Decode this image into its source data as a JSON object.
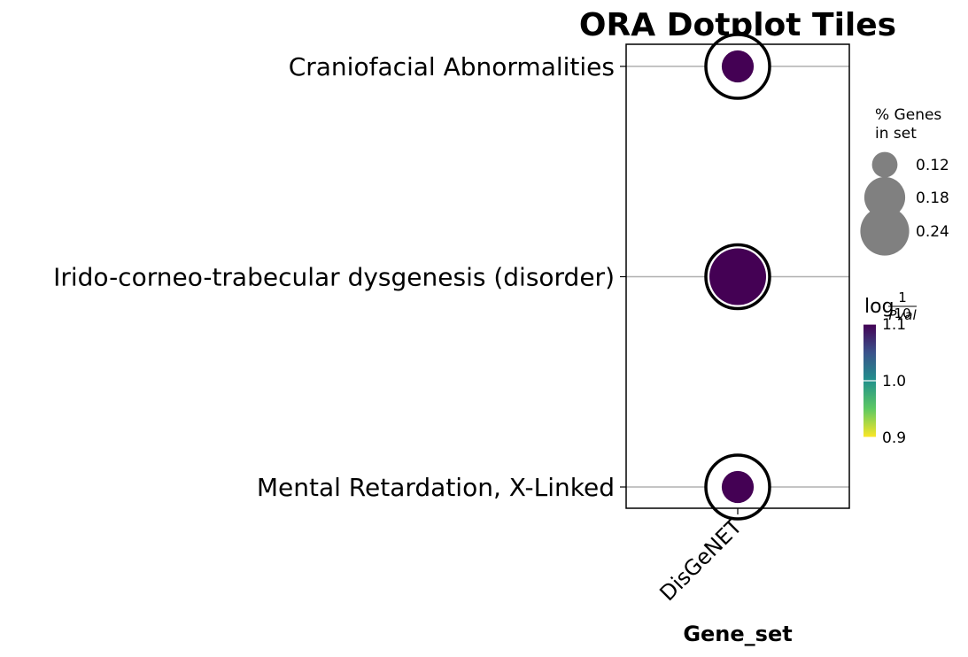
{
  "chart_data": {
    "type": "scatter",
    "title": "ORA Dotplot Tiles",
    "xlabel": "Gene_set",
    "ylabel": "",
    "x_categories": [
      "DisGeNET"
    ],
    "y_categories": [
      "Craniofacial Abnormalities",
      "Irido-corneo-trabecular dysgenesis (disorder)",
      "Mental Retardation, X-Linked"
    ],
    "points": [
      {
        "x": "DisGeNET",
        "y": "Craniofacial Abnormalities",
        "size": 0.08,
        "color_value": 1.1
      },
      {
        "x": "DisGeNET",
        "y": "Irido-corneo-trabecular dysgenesis (disorder)",
        "size": 0.25,
        "color_value": 1.1
      },
      {
        "x": "DisGeNET",
        "y": "Mental Retardation, X-Linked",
        "size": 0.08,
        "color_value": 1.1
      }
    ],
    "size_legend": {
      "title_lines": [
        "% Genes",
        "in set"
      ],
      "values": [
        0.12,
        0.18,
        0.24
      ],
      "labels": [
        "0.12",
        "0.18",
        "0.24"
      ]
    },
    "color_legend": {
      "title": "log",
      "title_sub": "10",
      "title_frac_num": "1",
      "title_frac_den": "Pval",
      "range": [
        0.9,
        1.1
      ],
      "ticks": [
        0.9,
        1.0,
        1.1
      ],
      "tick_labels": [
        "0.9",
        "1.0",
        "1.1"
      ],
      "colormap": "viridis"
    },
    "grid": true,
    "legend_position": "right"
  }
}
